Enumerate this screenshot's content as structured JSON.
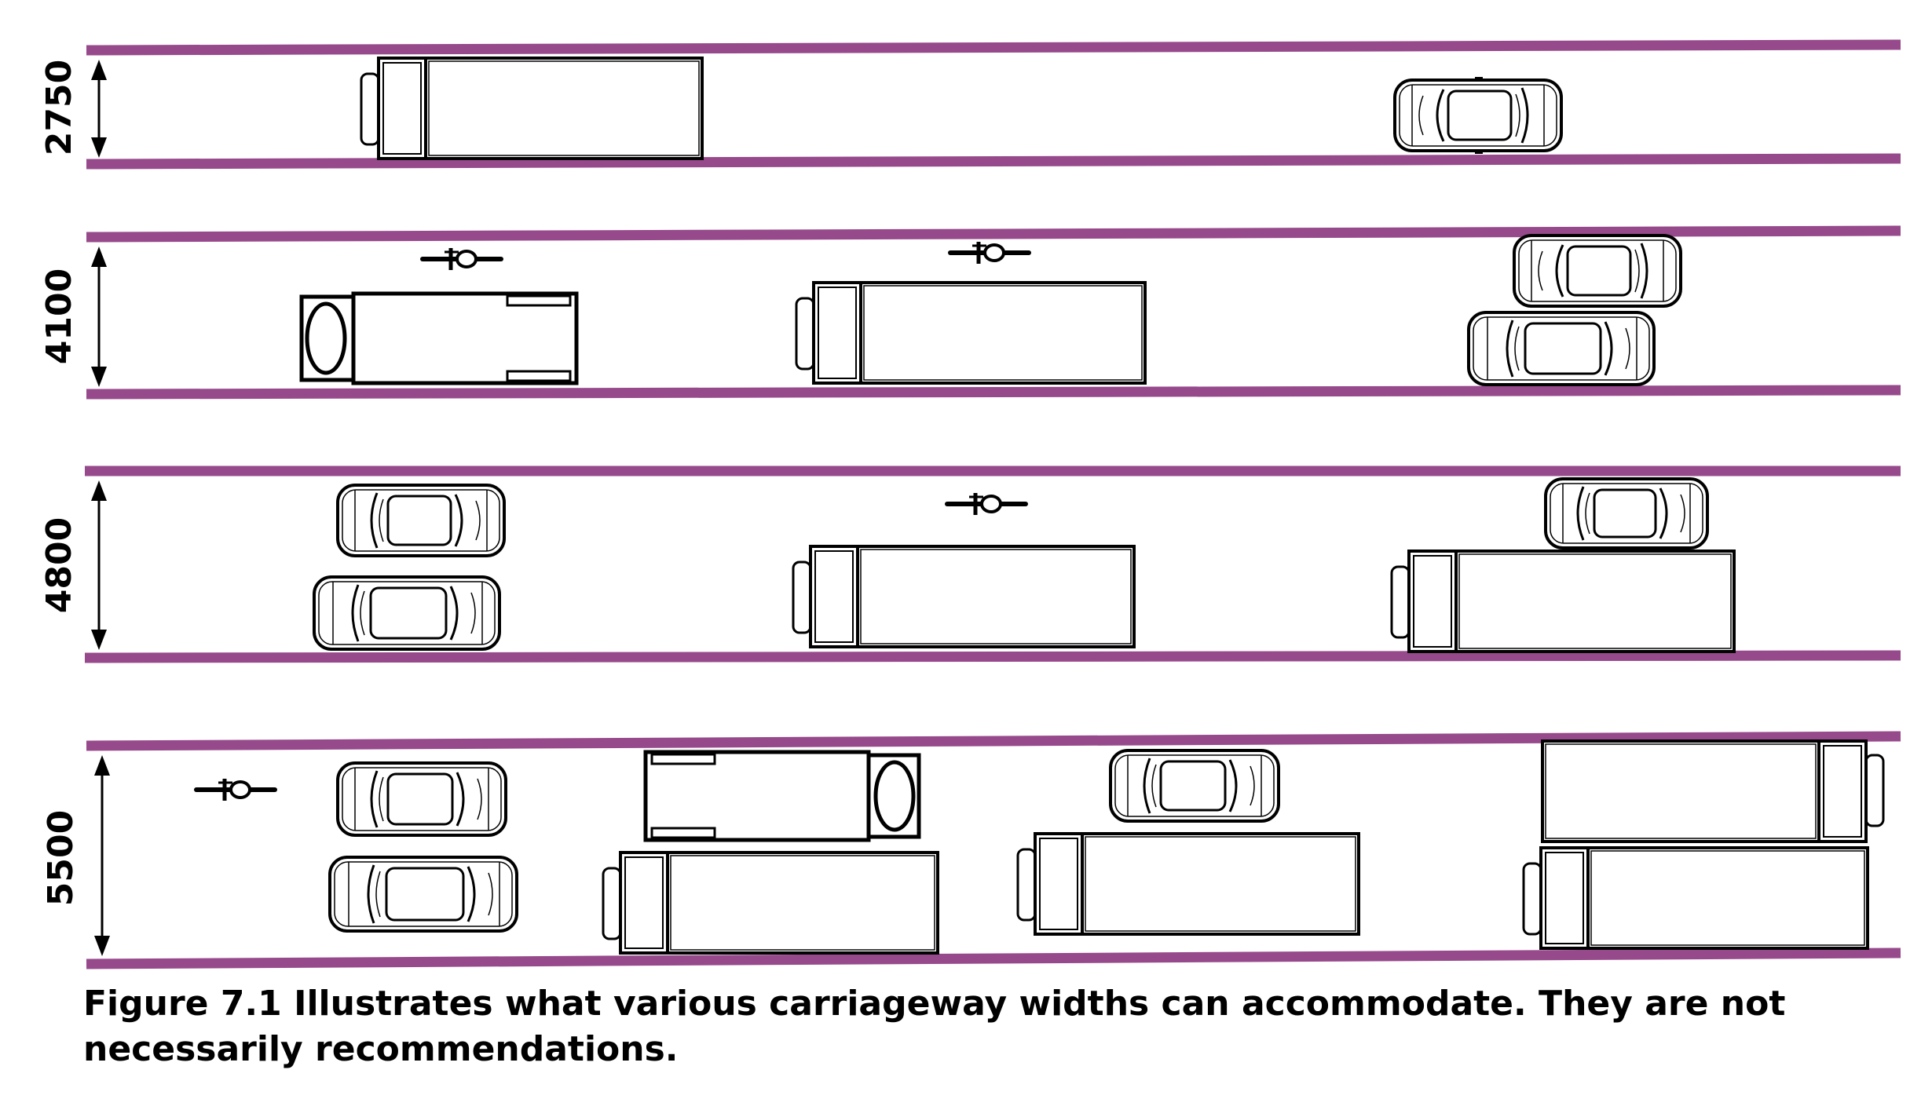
{
  "colors": {
    "kerb": "#974a8b",
    "outline": "#000000",
    "background": "#ffffff"
  },
  "roads": [
    {
      "width_label": "2750",
      "vehicles": [
        {
          "type": "truck",
          "facing": "left"
        },
        {
          "type": "car",
          "facing": "right"
        }
      ]
    },
    {
      "width_label": "4100",
      "vehicles": [
        {
          "type": "bicycle"
        },
        {
          "type": "van",
          "facing": "left"
        },
        {
          "type": "bicycle"
        },
        {
          "type": "truck",
          "facing": "left"
        },
        {
          "type": "car",
          "facing": "right"
        },
        {
          "type": "car",
          "facing": "left"
        }
      ]
    },
    {
      "width_label": "4800",
      "vehicles": [
        {
          "type": "car",
          "facing": "left"
        },
        {
          "type": "car",
          "facing": "left"
        },
        {
          "type": "bicycle"
        },
        {
          "type": "truck",
          "facing": "left"
        },
        {
          "type": "car",
          "facing": "left"
        },
        {
          "type": "truck",
          "facing": "left"
        }
      ]
    },
    {
      "width_label": "5500",
      "vehicles": [
        {
          "type": "bicycle"
        },
        {
          "type": "car",
          "facing": "left"
        },
        {
          "type": "car",
          "facing": "left"
        },
        {
          "type": "van",
          "facing": "right"
        },
        {
          "type": "truck",
          "facing": "left"
        },
        {
          "type": "car",
          "facing": "left"
        },
        {
          "type": "truck",
          "facing": "left"
        },
        {
          "type": "truck",
          "facing": "right"
        },
        {
          "type": "truck",
          "facing": "left"
        }
      ]
    }
  ],
  "caption": "Figure 7.1 Illustrates what various carriageway widths can accommodate. They are not necessarily recommendations."
}
